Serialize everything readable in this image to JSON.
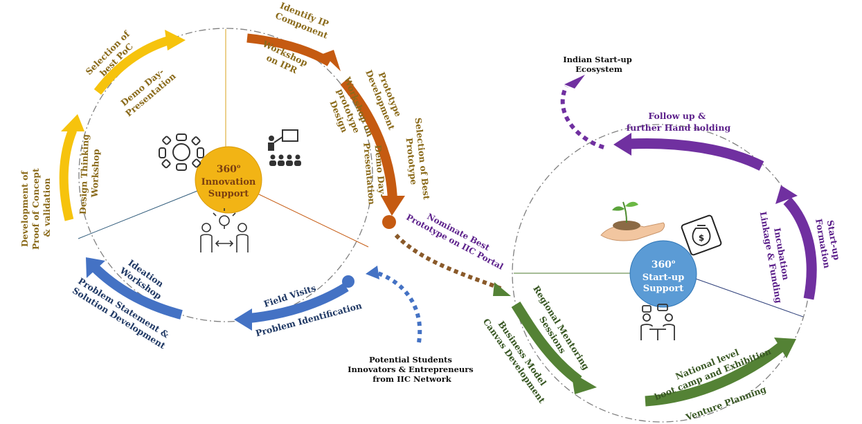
{
  "colors": {
    "yellow": "#F6C30D",
    "orange": "#C55A11",
    "blue": "#4472C4",
    "green": "#548235",
    "purple": "#7030A0",
    "hub_yellow": "#F2B415",
    "hub_blue": "#5B9BD5",
    "circle_line": "#7F7F7F",
    "text_gold": "#8A6A1A",
    "text_brown": "#7B3F10",
    "text_navy": "#1F3864",
    "text_green": "#385723",
    "text_purple": "#5B1F8A"
  },
  "innovation_hub": {
    "title_num": "360",
    "title_sup": "o",
    "line1": "Innovation",
    "line2": "Support"
  },
  "startup_hub": {
    "title_num": "360",
    "title_sup": "o",
    "line1": "Start-up",
    "line2": "Support"
  },
  "labels": {
    "dev_poc_1": "Development of",
    "dev_poc_2": "Proof of Concept",
    "dev_poc_3": "& validation",
    "design_thinking_1": "Design Thinking",
    "design_thinking_2": "Workshop",
    "selection_poc_1": "Selection of",
    "selection_poc_2": "best PoC",
    "demo_day_1": "Demo Day-",
    "demo_day_2": "Presentation",
    "identify_ip_1": "Identify IP",
    "identify_ip_2": "Component",
    "workshop_ipr_1": "Workshop",
    "workshop_ipr_2": "on IPR",
    "prototype_dev_1": "Prototype",
    "prototype_dev_2": "Development",
    "workshop_proto_1": "Workshop on",
    "workshop_proto_2": "prototype",
    "workshop_proto_3": "Design",
    "selection_best_1": "Selection of Best",
    "selection_best_2": "Prototype",
    "demo_day2_1": "Demo Day-",
    "demo_day2_2": "Presentation",
    "nominate_1": "Nominate Best",
    "nominate_2": "Prototype on IIC Portal",
    "field_visits": "Field Visits",
    "problem_id": "Problem Identification",
    "ideation_1": "Ideation",
    "ideation_2": "Workshop",
    "problem_stmt_1": "Problem Statement &",
    "problem_stmt_2": "Solution Development",
    "potential_1": "Potential Students",
    "potential_2": "Innovators & Entrepreneurs",
    "potential_3": "from IIC Network",
    "regional_1": "Regional Mentoring",
    "regional_2": "Sessions",
    "bmc_1": "Business Model",
    "bmc_2": "Canvas Development",
    "national_1": "National level",
    "national_2": "boot camp and Exhibition",
    "venture": "Venture Planning",
    "startup_form_1": "Start-up",
    "startup_form_2": "Formation",
    "incubation_1": "Incubation",
    "incubation_2": "Linkage & Funding",
    "followup_1": "Follow up &",
    "followup_2": "further Hand holding",
    "indian_1": "Indian Start-up",
    "indian_2": "Ecosystem"
  },
  "icons": {
    "meeting": "round-table-meeting-icon",
    "presentation": "presentation-audience-icon",
    "idea_exchange": "idea-exchange-icon",
    "sapling": "sapling-in-hand-icon",
    "money_bag": "money-bag-icon",
    "discussion": "discussion-table-icon"
  }
}
